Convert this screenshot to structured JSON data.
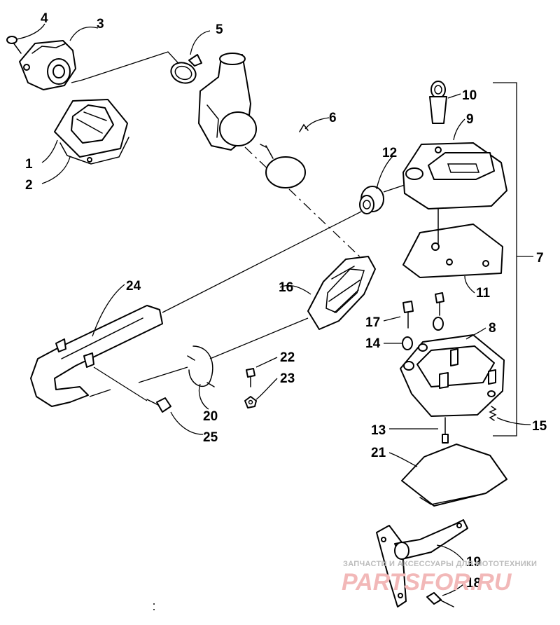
{
  "diagram": {
    "callouts": [
      "1",
      "2",
      "3",
      "4",
      "5",
      "6",
      "7",
      "8",
      "9",
      "10",
      "11",
      "12",
      "13",
      "14",
      "15",
      "16",
      "17",
      "18",
      "19",
      "20",
      "21",
      "22",
      "23",
      "24",
      "25"
    ]
  },
  "watermark": {
    "tagline": "ЗАПЧАСТИ И АКСЕССУАРЫ ДЛЯ МОТОТЕХНИКИ",
    "logo": "PARTSFOR.RU",
    "accent_color": "#e88a8a"
  }
}
